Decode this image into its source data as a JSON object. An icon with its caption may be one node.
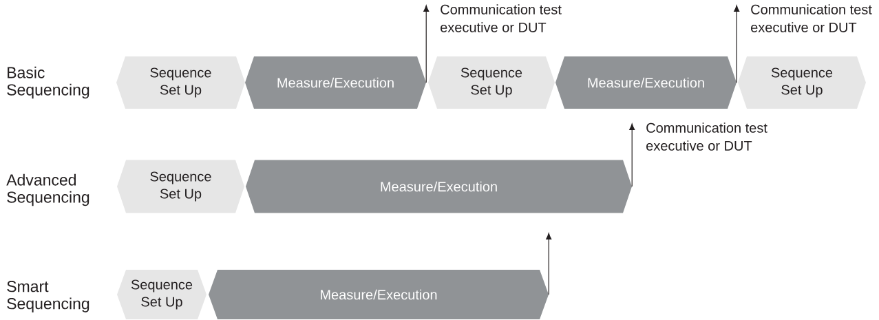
{
  "diagram": {
    "nodes": [
      {
        "text": [
          "Communication test executive or DUT"
        ]
      },
      {
        "text": [
          "Communication test executive or DUT"
        ]
      },
      {
        "text": [
          "Sequence Set Up"
        ]
      },
      {
        "text": [
          "Measure/Execution"
        ]
      },
      {
        "text": [
          "Sequence Set Up"
        ]
      },
      {
        "text": [
          "Measure/Execution"
        ]
      },
      {
        "text": [
          "Sequence Set Up"
        ]
      },
      {
        "text": [
          "Communication test executive or DUT"
        ]
      },
      {
        "text": [
          "Sequence Set Up"
        ]
      },
      {
        "text": [
          "Measure/Execution"
        ]
      },
      {
        "text": [
          "Sequence Set Up"
        ]
      },
      {
        "text": [
          "Measure/Execution"
        ]
      }
    ],
    "edges": [
      {
        "from": 3,
        "to": 0,
        "arrow": "to"
      },
      {
        "from": 5,
        "to": 1,
        "arrow": "to"
      },
      {
        "from": 9,
        "to": 7,
        "arrow": "to"
      },
      {
        "from": 11,
        "to": null,
        "arrow": "to"
      }
    ],
    "labels": [
      "Basic Sequencing",
      "Advanced Sequencing",
      "Smart Sequencing"
    ]
  }
}
